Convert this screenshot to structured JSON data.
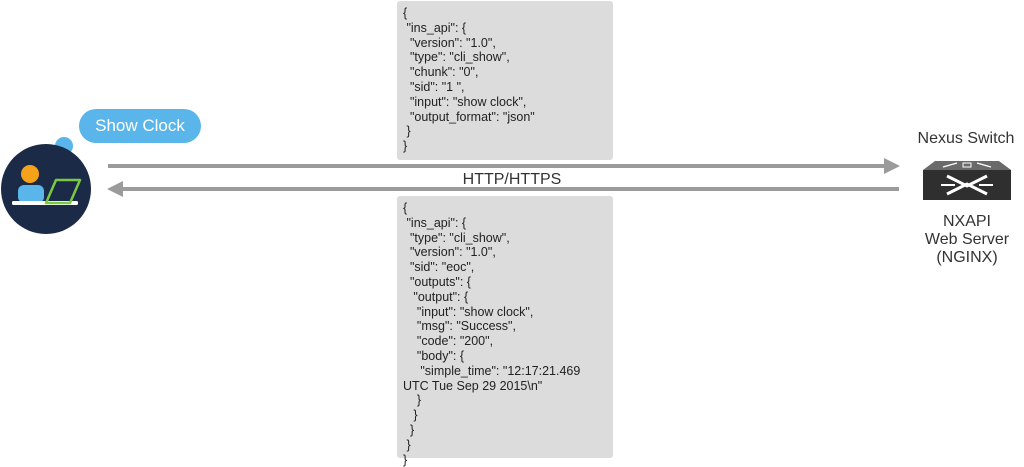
{
  "client": {
    "thought": "Show Clock"
  },
  "request": {
    "json_text": "{\n \"ins_api\": {\n  \"version\": \"1.0\",\n  \"type\": \"cli_show\",\n  \"chunk\": \"0\",\n  \"sid\": \"1 \",\n  \"input\": \"show clock\",\n  \"output_format\": \"json\"\n }\n}"
  },
  "response": {
    "json_text": "{\n \"ins_api\": {\n  \"type\": \"cli_show\",\n  \"version\": \"1.0\",\n  \"sid\": \"eoc\",\n  \"outputs\": {\n   \"output\": {\n    \"input\": \"show clock\",\n    \"msg\": \"Success\",\n    \"code\": \"200\",\n    \"body\": {\n     \"simple_time\": \"12:17:21.469\nUTC Tue Sep 29 2015\\n\"\n    }\n   }\n  }\n }\n}"
  },
  "connection": {
    "protocol": "HTTP/HTTPS"
  },
  "switch": {
    "title": "Nexus Switch",
    "server_line1": "NXAPI",
    "server_line2": "Web Server",
    "server_line3": "(NGINX)"
  },
  "colors": {
    "arrow": "#9b9b9b",
    "bubble": "#5ab6ea",
    "codebox": "#dcdcdc",
    "user_circle": "#1b2a47",
    "switch_body": "#3b3b3b"
  },
  "icons": {
    "user": "person-at-laptop-icon",
    "switch": "network-switch-icon"
  }
}
